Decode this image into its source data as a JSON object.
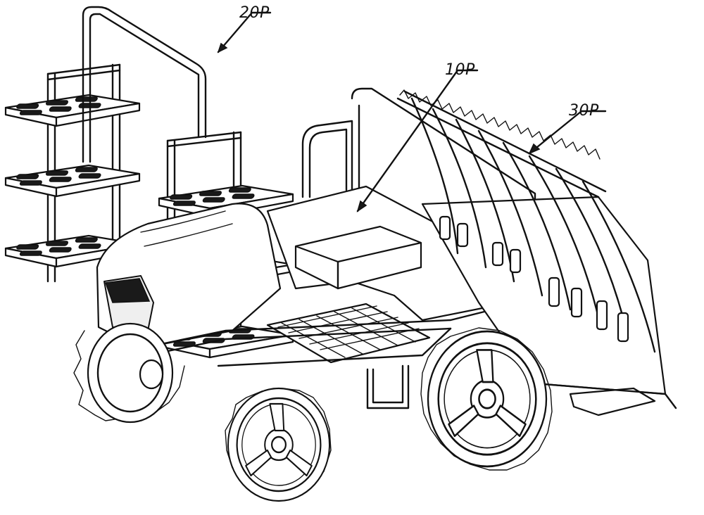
{
  "labels": {
    "seedling_stand": "20P",
    "body": "10P",
    "planting_unit": "30P"
  }
}
